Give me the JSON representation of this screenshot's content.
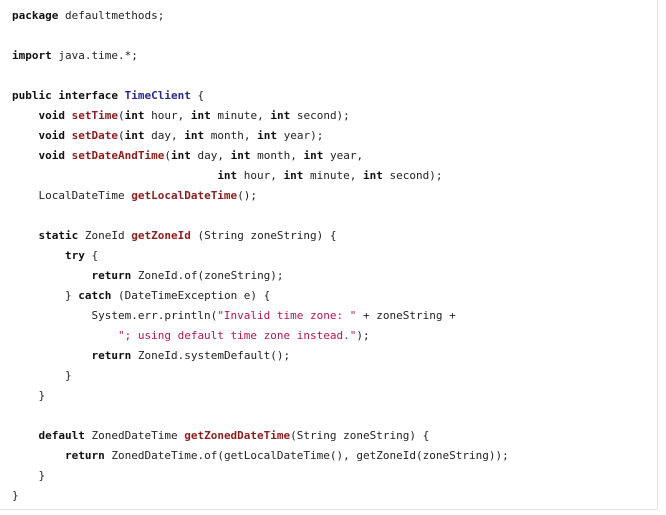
{
  "code": {
    "lines": [
      [
        {
          "t": "package",
          "c": "kw"
        },
        {
          "t": " defaultmethods;"
        }
      ],
      [],
      [
        {
          "t": "import",
          "c": "kw"
        },
        {
          "t": " java.time.*;"
        }
      ],
      [],
      [
        {
          "t": "public",
          "c": "kw"
        },
        {
          "t": " "
        },
        {
          "t": "interface",
          "c": "kw"
        },
        {
          "t": " "
        },
        {
          "t": "TimeClient",
          "c": "type"
        },
        {
          "t": " {"
        }
      ],
      [
        {
          "t": "    "
        },
        {
          "t": "void",
          "c": "kw"
        },
        {
          "t": " "
        },
        {
          "t": "setTime",
          "c": "method"
        },
        {
          "t": "("
        },
        {
          "t": "int",
          "c": "kw"
        },
        {
          "t": " hour, "
        },
        {
          "t": "int",
          "c": "kw"
        },
        {
          "t": " minute, "
        },
        {
          "t": "int",
          "c": "kw"
        },
        {
          "t": " second);"
        }
      ],
      [
        {
          "t": "    "
        },
        {
          "t": "void",
          "c": "kw"
        },
        {
          "t": " "
        },
        {
          "t": "setDate",
          "c": "method"
        },
        {
          "t": "("
        },
        {
          "t": "int",
          "c": "kw"
        },
        {
          "t": " day, "
        },
        {
          "t": "int",
          "c": "kw"
        },
        {
          "t": " month, "
        },
        {
          "t": "int",
          "c": "kw"
        },
        {
          "t": " year);"
        }
      ],
      [
        {
          "t": "    "
        },
        {
          "t": "void",
          "c": "kw"
        },
        {
          "t": " "
        },
        {
          "t": "setDateAndTime",
          "c": "method"
        },
        {
          "t": "("
        },
        {
          "t": "int",
          "c": "kw"
        },
        {
          "t": " day, "
        },
        {
          "t": "int",
          "c": "kw"
        },
        {
          "t": " month, "
        },
        {
          "t": "int",
          "c": "kw"
        },
        {
          "t": " year,"
        }
      ],
      [
        {
          "t": "                               "
        },
        {
          "t": "int",
          "c": "kw"
        },
        {
          "t": " hour, "
        },
        {
          "t": "int",
          "c": "kw"
        },
        {
          "t": " minute, "
        },
        {
          "t": "int",
          "c": "kw"
        },
        {
          "t": " second);"
        }
      ],
      [
        {
          "t": "    LocalDateTime "
        },
        {
          "t": "getLocalDateTime",
          "c": "method"
        },
        {
          "t": "();"
        }
      ],
      [],
      [
        {
          "t": "    "
        },
        {
          "t": "static",
          "c": "kw"
        },
        {
          "t": " ZoneId "
        },
        {
          "t": "getZoneId",
          "c": "method"
        },
        {
          "t": " (String zoneString) {"
        }
      ],
      [
        {
          "t": "        "
        },
        {
          "t": "try",
          "c": "kw"
        },
        {
          "t": " {"
        }
      ],
      [
        {
          "t": "            "
        },
        {
          "t": "return",
          "c": "kw"
        },
        {
          "t": " ZoneId.of(zoneString);"
        }
      ],
      [
        {
          "t": "        } "
        },
        {
          "t": "catch",
          "c": "kw"
        },
        {
          "t": " (DateTimeException e) {"
        }
      ],
      [
        {
          "t": "            System.err.println("
        },
        {
          "t": "\"Invalid time zone: \"",
          "c": "str"
        },
        {
          "t": " + zoneString +"
        }
      ],
      [
        {
          "t": "                "
        },
        {
          "t": "\"; using default time zone instead.\"",
          "c": "str"
        },
        {
          "t": ");"
        }
      ],
      [
        {
          "t": "            "
        },
        {
          "t": "return",
          "c": "kw"
        },
        {
          "t": " ZoneId.systemDefault();"
        }
      ],
      [
        {
          "t": "        }"
        }
      ],
      [
        {
          "t": "    }"
        }
      ],
      [],
      [
        {
          "t": "    "
        },
        {
          "t": "default",
          "c": "kw"
        },
        {
          "t": " ZonedDateTime "
        },
        {
          "t": "getZonedDateTime",
          "c": "method"
        },
        {
          "t": "(String zoneString) {"
        }
      ],
      [
        {
          "t": "        "
        },
        {
          "t": "return",
          "c": "kw"
        },
        {
          "t": " ZonedDateTime.of(getLocalDateTime(), getZoneId(zoneString));"
        }
      ],
      [
        {
          "t": "    }"
        }
      ],
      [
        {
          "t": "}"
        }
      ]
    ]
  }
}
